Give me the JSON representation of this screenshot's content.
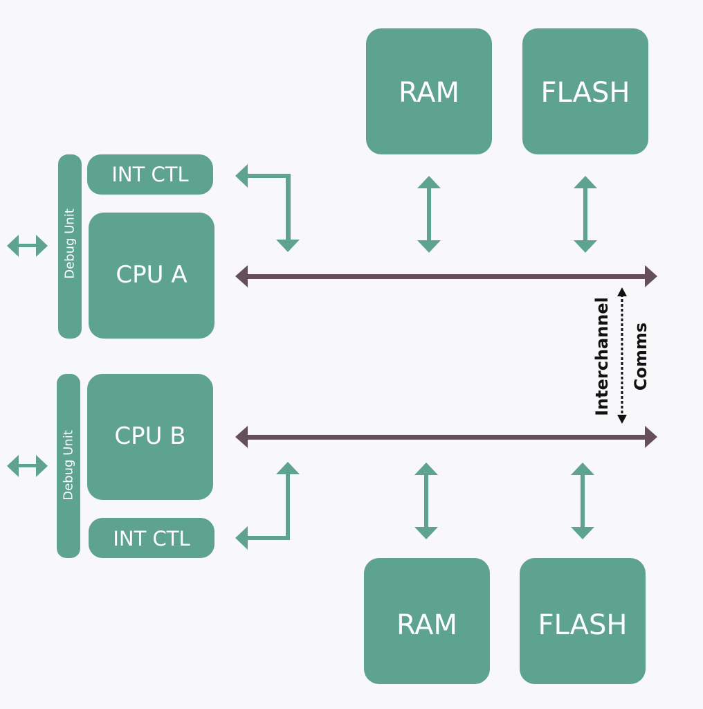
{
  "colors": {
    "background": "#f8f8fa",
    "block": "#5ea38f",
    "block_text": "#ffffff",
    "bus": "#65505a",
    "label": "#111111"
  },
  "channel_a": {
    "int_ctl": "INT CTL",
    "cpu": "CPU A",
    "debug_unit": "Debug Unit",
    "ram": "RAM",
    "flash": "FLASH"
  },
  "channel_b": {
    "int_ctl": "INT CTL",
    "cpu": "CPU B",
    "debug_unit": "Debug Unit",
    "ram": "RAM",
    "flash": "FLASH"
  },
  "interchannel": {
    "line1": "Interchannel",
    "line2": "Comms"
  }
}
